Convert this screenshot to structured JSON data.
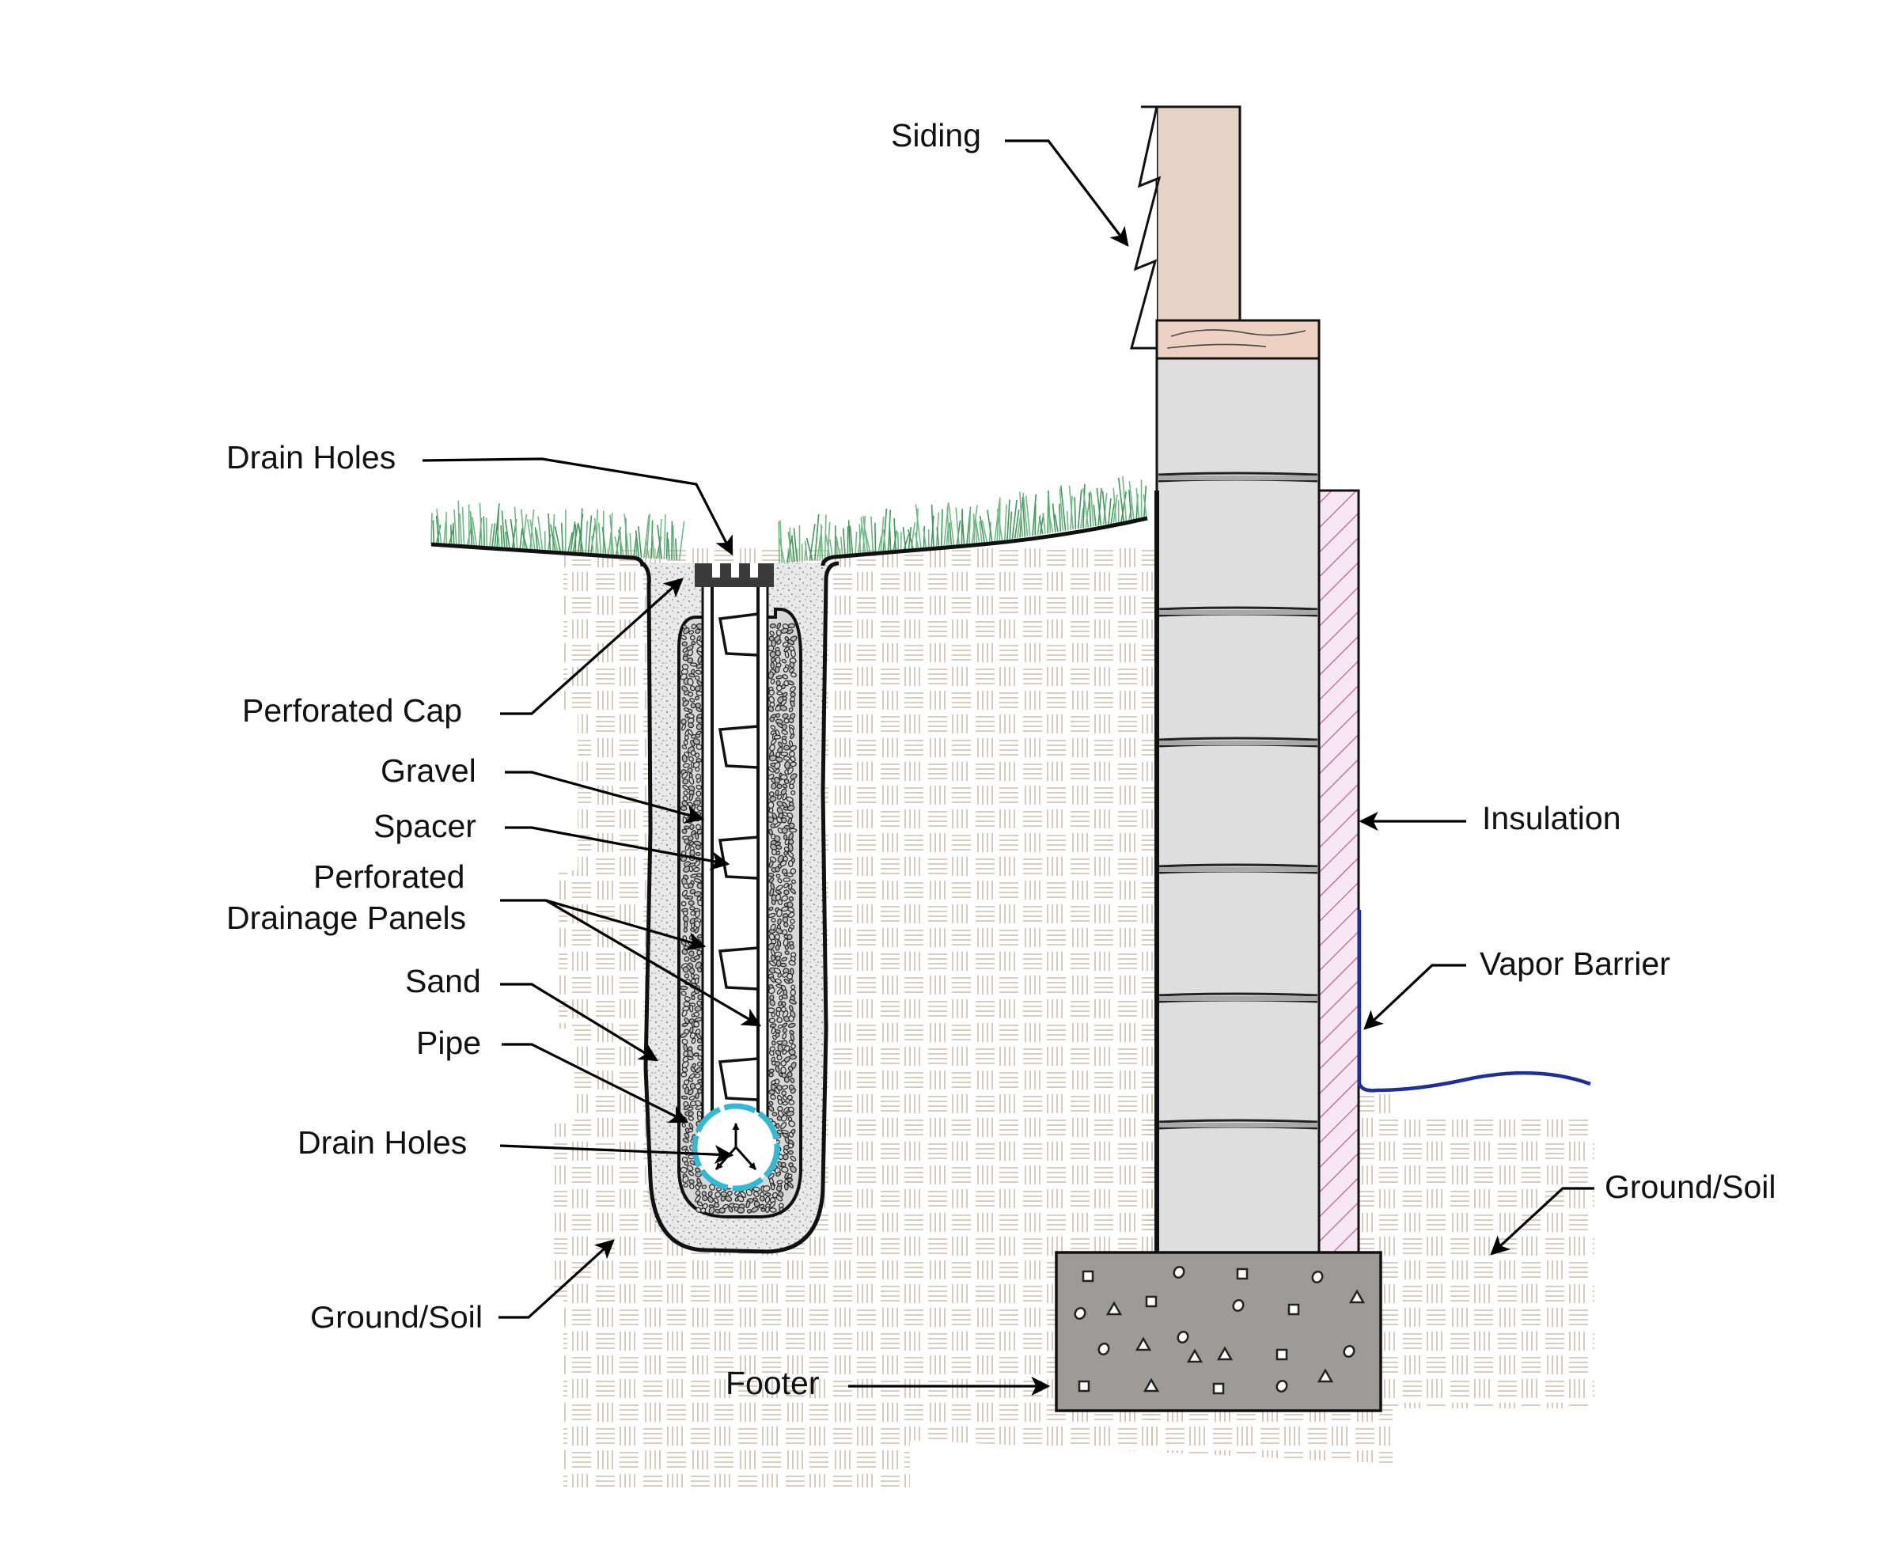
{
  "labels": {
    "siding": "Siding",
    "drain_holes_top": "Drain Holes",
    "perforated_cap": "Perforated Cap",
    "gravel": "Gravel",
    "spacer": "Spacer",
    "perforated_line1": "Perforated",
    "perforated_line2": "Drainage Panels",
    "sand": "Sand",
    "pipe": "Pipe",
    "drain_holes_bottom": "Drain Holes",
    "ground_soil_left": "Ground/Soil",
    "footer": "Footer",
    "insulation": "Insulation",
    "vapor_barrier": "Vapor Barrier",
    "ground_soil_right": "Ground/Soil"
  },
  "colors": {
    "soil_hatch": "#c9b7a6",
    "siding": "#e6d3c7",
    "sill": "#edd2c4",
    "block": "#dedede",
    "block_mortar": "#a9a9a9",
    "insulation": "#f6e4f3",
    "insulation_hatch": "#b54f87",
    "vapor_barrier": "#1f2f9a",
    "footer": "#9e9a98",
    "sand": "#e8e8e8",
    "gravel_stone": "#a5a5a5",
    "pipe": "#2fb6d4",
    "grass": "#3d9a58",
    "cap": "#333333"
  }
}
